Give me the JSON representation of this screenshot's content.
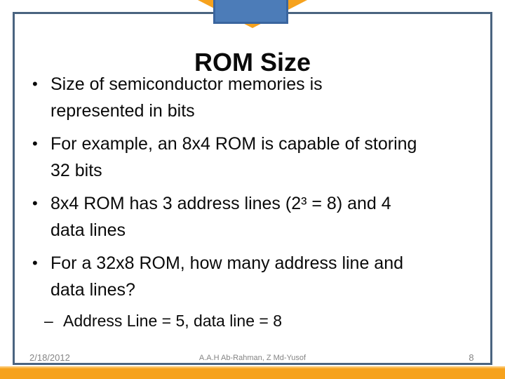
{
  "slide": {
    "title": "ROM Size",
    "bullets": [
      {
        "marker": "•",
        "lines": [
          "Size of semiconductor memories is",
          "represented in bits"
        ]
      },
      {
        "marker": "•",
        "lines": [
          "For example, an 8x4 ROM is capable of storing",
          "32 bits"
        ]
      },
      {
        "marker": "•",
        "lines": [
          "8x4 ROM has 3 address lines (2³ = 8) and 4",
          "data lines"
        ]
      },
      {
        "marker": "•",
        "lines": [
          "For a 32x8 ROM, how many address line and",
          "data lines?"
        ]
      }
    ],
    "sub_bullet": {
      "marker": "–",
      "text": "Address Line = 5, data line = 8"
    },
    "footer": {
      "date": "2/18/2012",
      "credit": "A.A.H Ab-Rahman, Z Md-Yusof",
      "page": "8"
    }
  },
  "colors": {
    "accent_orange": "#f6a21d",
    "accent_orange_highlight": "#fbc364",
    "tab_blue_fill": "#4c7cb8",
    "tab_blue_border": "#3a659f",
    "frame_slate": "#4a6480",
    "footer_gray": "#848484",
    "text_black": "#0a0a0a"
  }
}
